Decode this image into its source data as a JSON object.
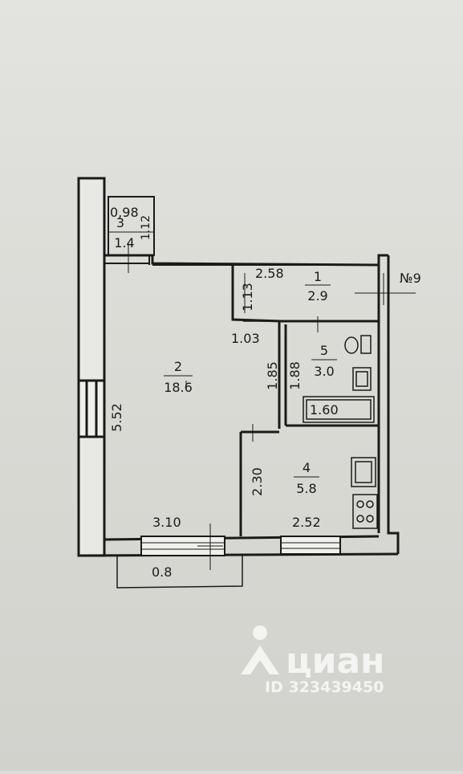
{
  "plan": {
    "apartment_number": "№9",
    "rooms": [
      {
        "number": "1",
        "area": "2.9"
      },
      {
        "number": "2",
        "area": "18.6"
      },
      {
        "number": "3",
        "area": "1.4"
      },
      {
        "number": "4",
        "area": "5.8"
      },
      {
        "number": "5",
        "area": "3.0"
      }
    ],
    "dimensions": {
      "balcony_width_top": "0,98",
      "balcony_depth": "1.12",
      "room1_width": "2.58",
      "room1_depth": "1.13",
      "partition": "1.03",
      "corridor_left": "1.85",
      "corridor_right": "1.88",
      "bath_length": "1.60",
      "room2_depth": "5.52",
      "room2_width": "3.10",
      "kitchen_depth": "2.30",
      "kitchen_width": "2.52",
      "balcony_bottom": "0.8"
    }
  },
  "watermark": {
    "brand": "циан",
    "listing_id": "ID 323439450"
  }
}
